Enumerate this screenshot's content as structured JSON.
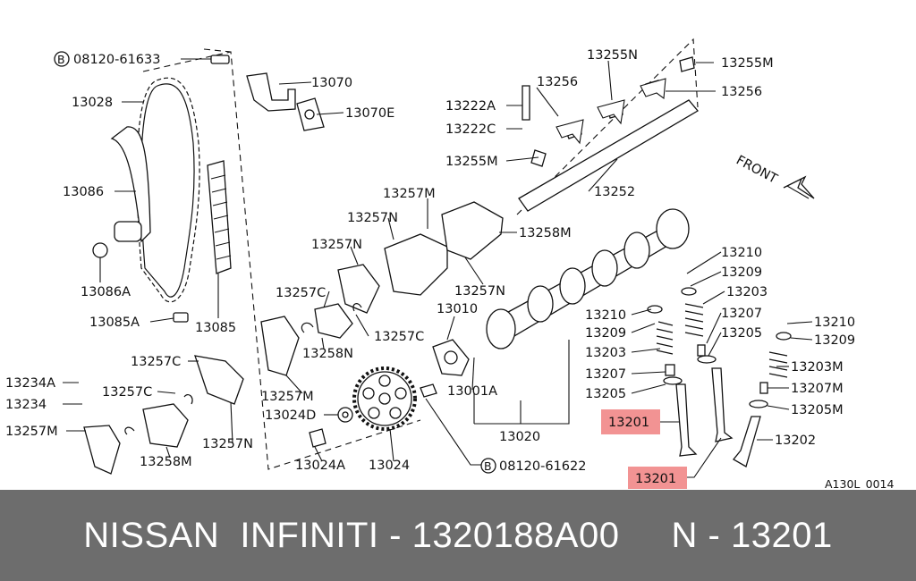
{
  "diagram": {
    "labels": {
      "bolt_top": "08120-61633",
      "bolt_bottom": "08120-61622",
      "circle_b": "B",
      "p13028": "13028",
      "p13070": "13070",
      "p13070e": "13070E",
      "p13086": "13086",
      "p13086a": "13086A",
      "p13085a": "13085A",
      "p13085": "13085",
      "p13255n": "13255N",
      "p13255m_top": "13255M",
      "p13256_top": "13256",
      "p13256_right": "13256",
      "p13222a": "13222A",
      "p13222c": "13222C",
      "p13255m_left": "13255M",
      "p13252": "13252",
      "p13257m_top": "13257M",
      "p13257n_a": "13257N",
      "p13258m_top": "13258M",
      "p13257n_b": "13257N",
      "p13257n_c": "13257N",
      "p13257c_a": "13257C",
      "p13010": "13010",
      "p13257c_b": "13257C",
      "p13258n": "13258N",
      "p13257c_c": "13257C",
      "p13257c_d": "13257C",
      "p13234a": "13234A",
      "p13234": "13234",
      "p13257m_left": "13257M",
      "p13257m_mid": "13257M",
      "p13024d": "13024D",
      "p13001a": "13001A",
      "p13257n_d": "13257N",
      "p13258m_bottom": "13258M",
      "p13024a": "13024A",
      "p13024": "13024",
      "p13020": "13020",
      "p13210_a": "13210",
      "p13209_a": "13209",
      "p13203_a": "13203",
      "p13207_a": "13207",
      "p13205_a": "13205",
      "p13210_b": "13210",
      "p13209_b": "13209",
      "p13203_b": "13203",
      "p13207_b": "13207",
      "p13205_b": "13205",
      "p13210_c": "13210",
      "p13209_c": "13209",
      "p13203m": "13203M",
      "p13207m": "13207M",
      "p13205m": "13205M",
      "p13202": "13202",
      "p13201_a": "13201",
      "p13201_b": "13201",
      "front": "FRONT",
      "figure_code": "A130L_0014"
    },
    "highlight_color": "#f08080"
  },
  "footer": {
    "text": "NISSAN  INFINITI - 1320188A00     N - 13201"
  }
}
